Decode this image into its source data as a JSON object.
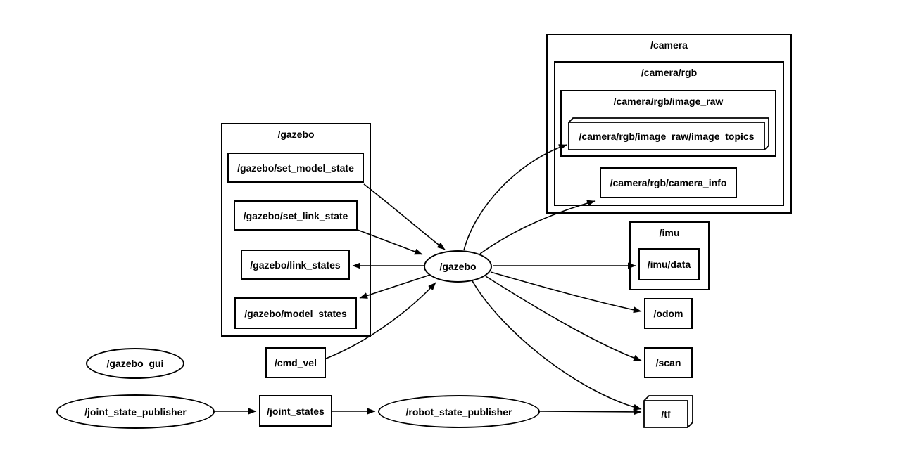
{
  "colors": {
    "background": "#ffffff",
    "stroke": "#000000",
    "text": "#000000"
  },
  "graph_type": "ros-computation-graph",
  "nodes": {
    "camera_cluster": {
      "label": "/camera",
      "shape": "cluster"
    },
    "camera_rgb_cluster": {
      "label": "/camera/rgb",
      "shape": "cluster"
    },
    "image_raw_cluster": {
      "label": "/camera/rgb/image_raw",
      "shape": "cluster"
    },
    "image_topics": {
      "label": "/camera/rgb/image_raw/image_topics",
      "shape": "box3d"
    },
    "camera_info": {
      "label": "/camera/rgb/camera_info",
      "shape": "box"
    },
    "gazebo_cluster": {
      "label": "/gazebo",
      "shape": "cluster"
    },
    "set_model_state": {
      "label": "/gazebo/set_model_state",
      "shape": "box"
    },
    "set_link_state": {
      "label": "/gazebo/set_link_state",
      "shape": "box"
    },
    "link_states": {
      "label": "/gazebo/link_states",
      "shape": "box"
    },
    "model_states": {
      "label": "/gazebo/model_states",
      "shape": "box"
    },
    "gazebo": {
      "label": "/gazebo",
      "shape": "ellipse"
    },
    "imu_cluster": {
      "label": "/imu",
      "shape": "cluster"
    },
    "imu_data": {
      "label": "/imu/data",
      "shape": "box"
    },
    "odom": {
      "label": "/odom",
      "shape": "box"
    },
    "scan": {
      "label": "/scan",
      "shape": "box"
    },
    "tf": {
      "label": "/tf",
      "shape": "box3d"
    },
    "gazebo_gui": {
      "label": "/gazebo_gui",
      "shape": "ellipse"
    },
    "cmd_vel": {
      "label": "/cmd_vel",
      "shape": "box"
    },
    "joint_state_publisher": {
      "label": "/joint_state_publisher",
      "shape": "ellipse"
    },
    "joint_states": {
      "label": "/joint_states",
      "shape": "box"
    },
    "robot_state_publisher": {
      "label": "/robot_state_publisher",
      "shape": "ellipse"
    }
  },
  "edges": [
    {
      "from": "/gazebo/set_model_state",
      "to": "/gazebo"
    },
    {
      "from": "/gazebo/set_link_state",
      "to": "/gazebo"
    },
    {
      "from": "/gazebo",
      "to": "/gazebo/link_states"
    },
    {
      "from": "/gazebo",
      "to": "/gazebo/model_states"
    },
    {
      "from": "/cmd_vel",
      "to": "/gazebo"
    },
    {
      "from": "/gazebo",
      "to": "/camera/rgb/image_raw/image_topics"
    },
    {
      "from": "/gazebo",
      "to": "/camera/rgb/camera_info"
    },
    {
      "from": "/gazebo",
      "to": "/imu/data"
    },
    {
      "from": "/gazebo",
      "to": "/odom"
    },
    {
      "from": "/gazebo",
      "to": "/scan"
    },
    {
      "from": "/gazebo",
      "to": "/tf"
    },
    {
      "from": "/joint_state_publisher",
      "to": "/joint_states"
    },
    {
      "from": "/joint_states",
      "to": "/robot_state_publisher"
    },
    {
      "from": "/robot_state_publisher",
      "to": "/tf"
    }
  ]
}
